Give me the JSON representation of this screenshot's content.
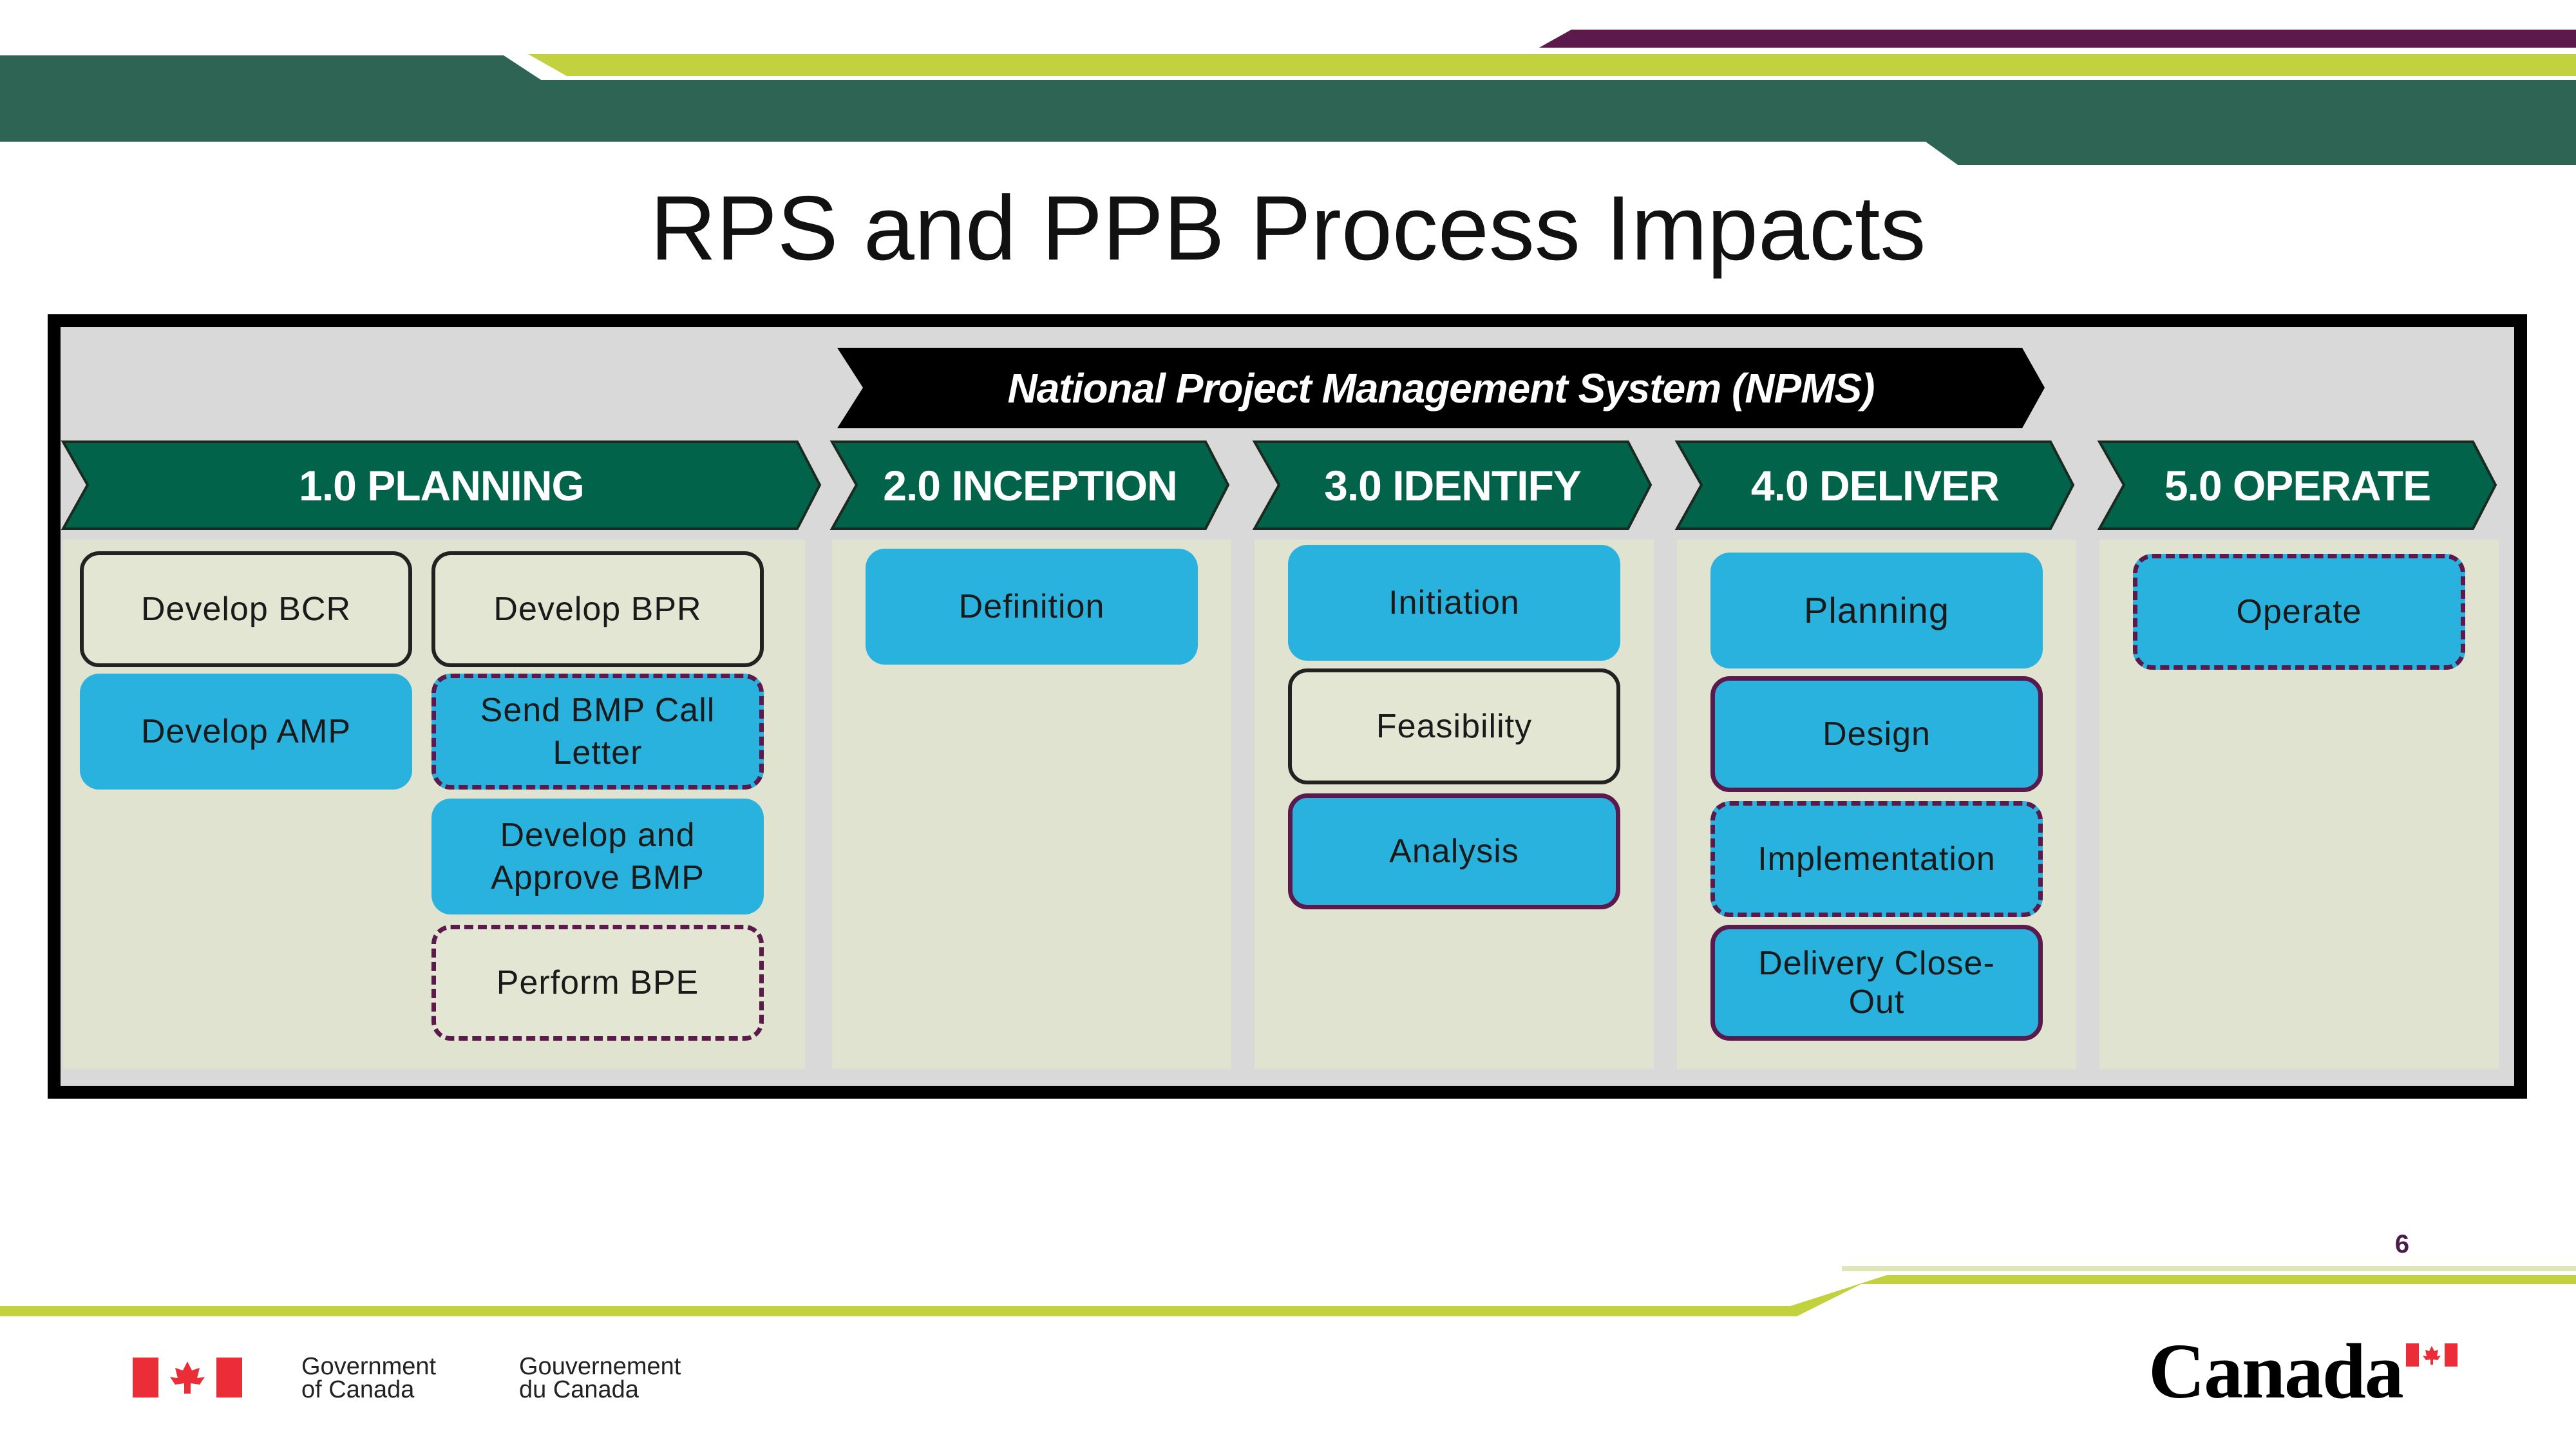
{
  "title": "RPS and PPB Process Impacts",
  "npms_banner": "National Project Management System (NPMS)",
  "phases": [
    {
      "label": "1.0 PLANNING"
    },
    {
      "label": "2.0 INCEPTION"
    },
    {
      "label": "3.0 IDENTIFY"
    },
    {
      "label": "4.0 DELIVER"
    },
    {
      "label": "5.0 OPERATE"
    }
  ],
  "boxes": {
    "develop_bcr": "Develop BCR",
    "develop_bpr": "Develop BPR",
    "develop_amp": "Develop AMP",
    "send_bmp_call_letter": "Send BMP Call Letter",
    "develop_approve_bmp": "Develop and Approve BMP",
    "perform_bpe": "Perform BPE",
    "definition": "Definition",
    "initiation": "Initiation",
    "feasibility": "Feasibility",
    "analysis": "Analysis",
    "planning": "Planning",
    "design": "Design",
    "implementation": "Implementation",
    "delivery_close_out": "Delivery Close-Out",
    "operate": "Operate"
  },
  "page_number": "6",
  "footer": {
    "gov_en_line1": "Government",
    "gov_en_line2": "of Canada",
    "gov_fr_line1": "Gouvernement",
    "gov_fr_line2": "du Canada",
    "wordmark": "Canada"
  },
  "colors": {
    "dark_green": "#2e6454",
    "lime": "#c2d23f",
    "plum": "#5c1a4c",
    "phase_green": "#00634a",
    "process_blue": "#29b2de",
    "canada_red": "#eb2d37"
  }
}
